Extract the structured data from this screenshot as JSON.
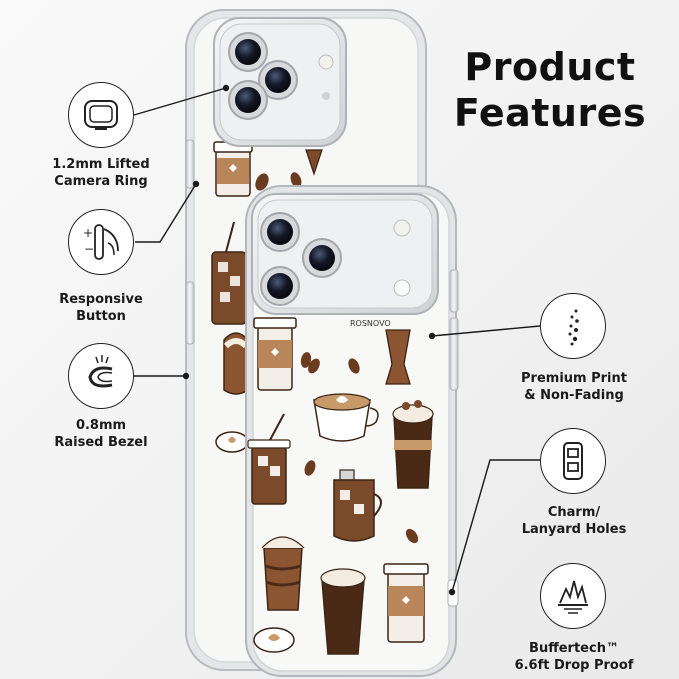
{
  "headline": {
    "line1": "Product",
    "line2": "Features"
  },
  "features_left": [
    {
      "icon": "camera-ring-icon",
      "line1": "1.2mm Lifted",
      "line2": "Camera Ring"
    },
    {
      "icon": "button-icon",
      "line1": "Responsive",
      "line2": "Button"
    },
    {
      "icon": "bezel-icon",
      "line1": "0.8mm",
      "line2": "Raised Bezel"
    }
  ],
  "features_right": [
    {
      "icon": "print-icon",
      "line1": "Premium Print",
      "line2": "& Non-Fading"
    },
    {
      "icon": "lanyard-holes-icon",
      "line1": "Charm/",
      "line2": "Lanyard Holes"
    },
    {
      "icon": "drop-proof-icon",
      "line1": "Buffertech™",
      "line2": "6.6ft Drop Proof"
    }
  ],
  "case_brand": "ROSNOVO",
  "colors": {
    "coffee_dark": "#4a2a17",
    "coffee_mid": "#7a4a2a",
    "coffee_light": "#c89a6a",
    "cream": "#f4ece0",
    "frame": "#d8dadd"
  }
}
